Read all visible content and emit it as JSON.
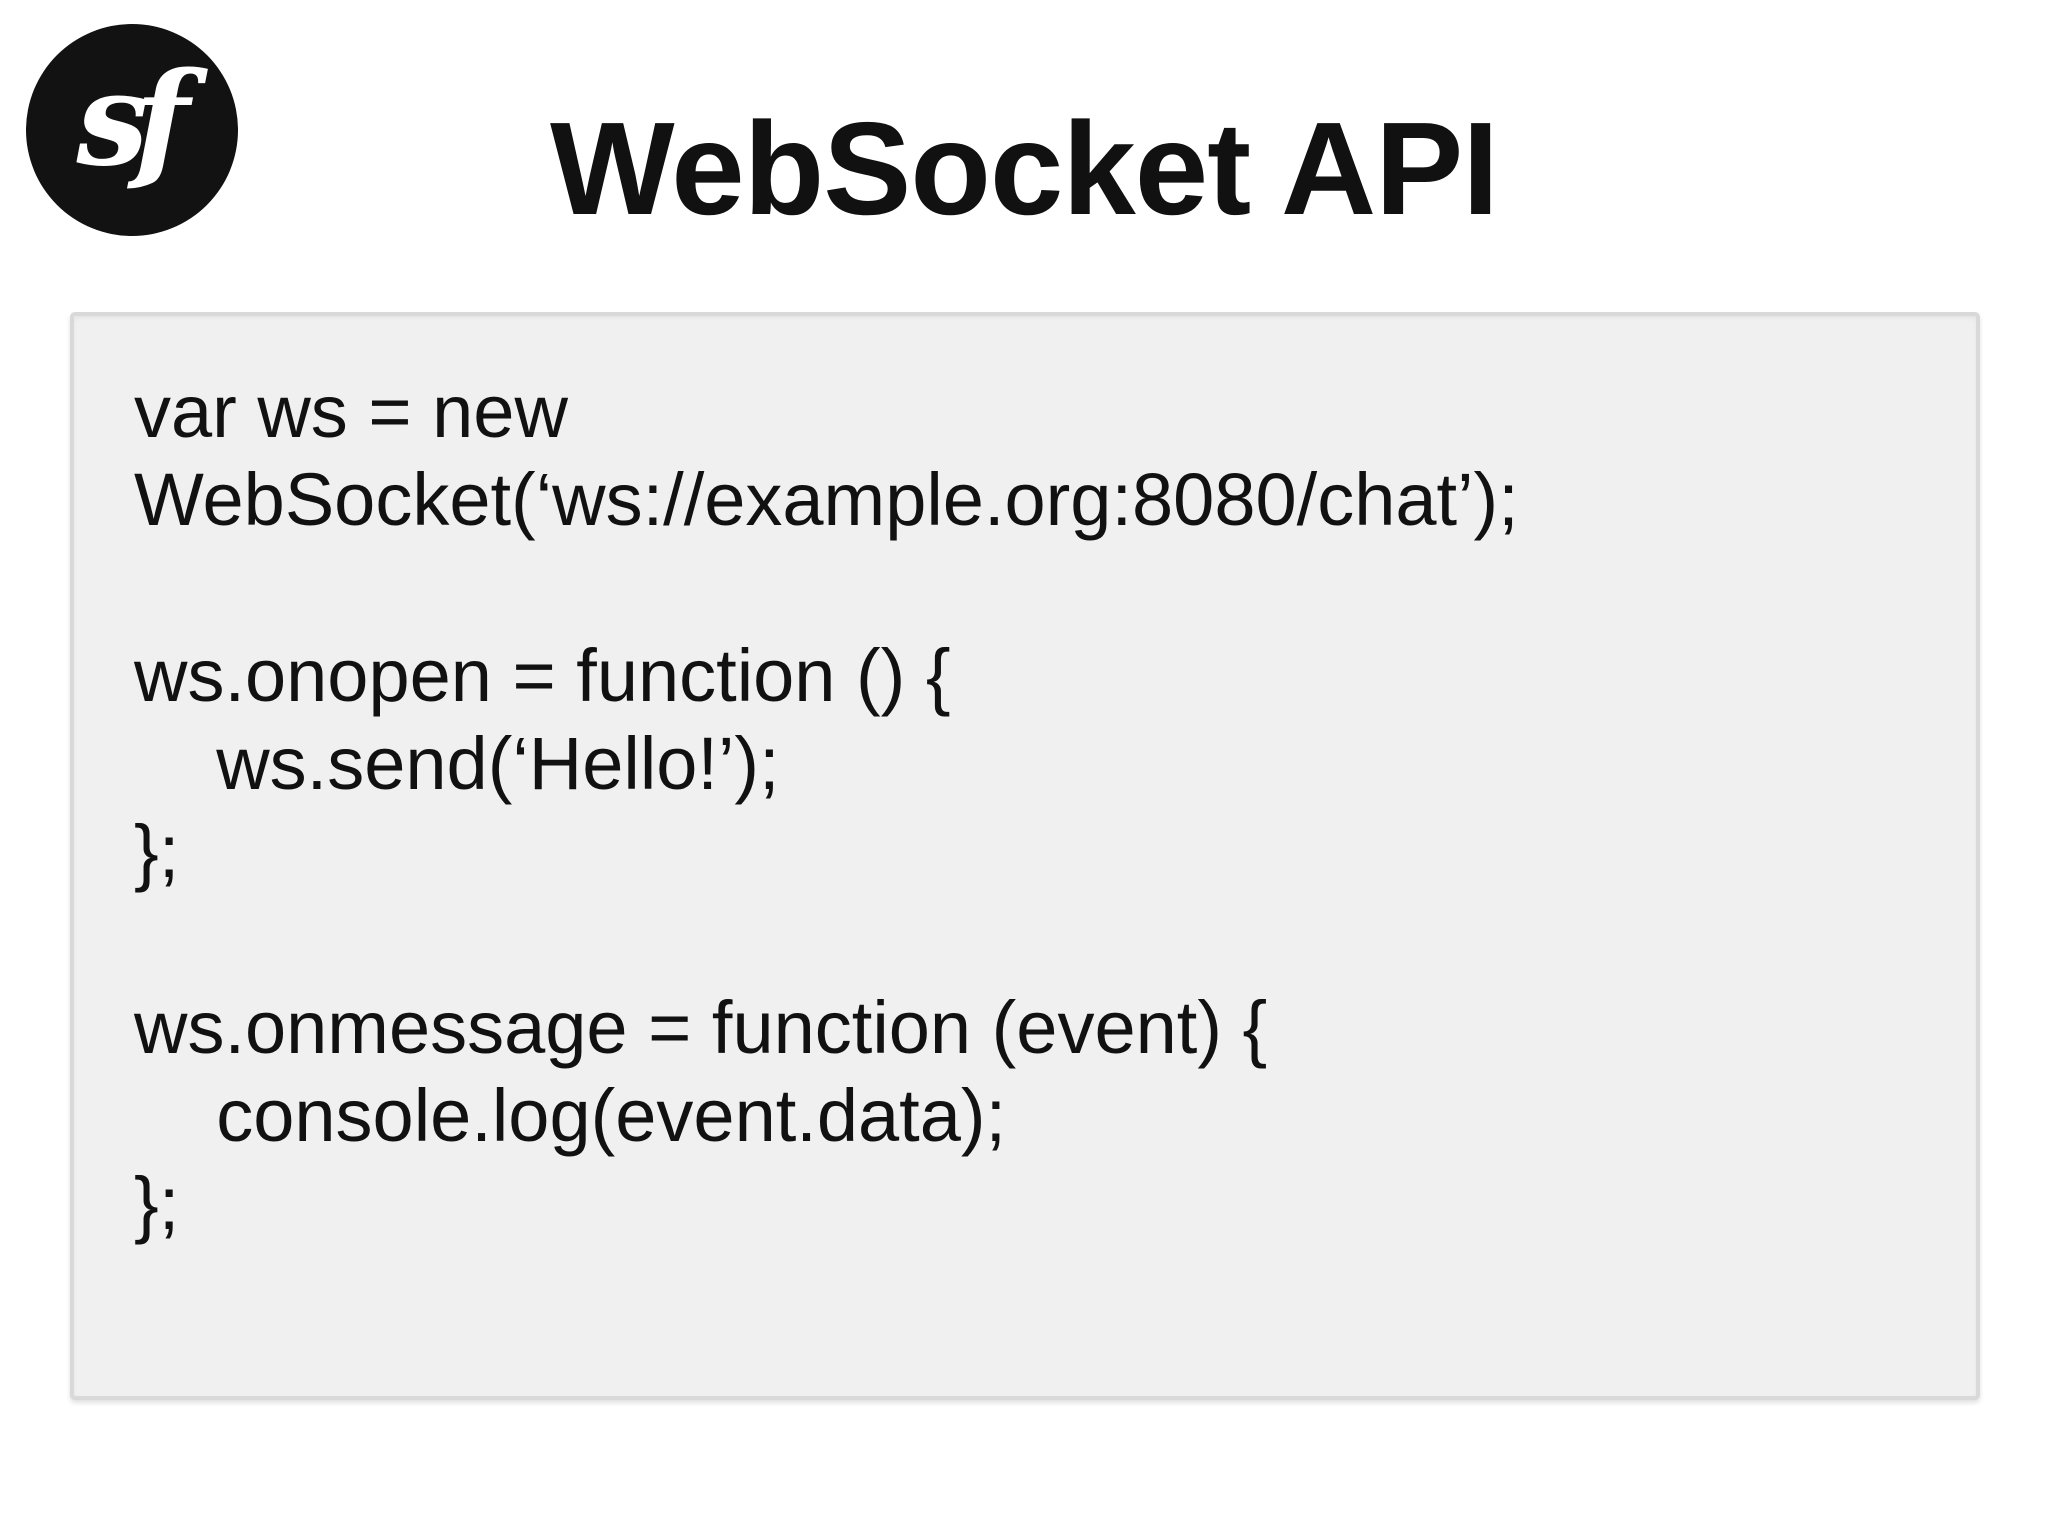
{
  "theme": {
    "background": "#ffffff",
    "text_color": "#111111",
    "code_box_bg": "#f0f0f0",
    "code_box_border": "#d9d9d9",
    "logo_bg": "#121212",
    "logo_fg": "#ffffff"
  },
  "logo": {
    "glyph": "sf"
  },
  "title": "WebSocket API",
  "code": {
    "lines": [
      "var ws = new",
      "WebSocket(‘ws://example.org:8080/chat’);",
      " ",
      "ws.onopen = function () {",
      "    ws.send(‘Hello!’);",
      "};",
      " ",
      "ws.onmessage = function (event) {",
      "    console.log(event.data);",
      "};"
    ]
  }
}
